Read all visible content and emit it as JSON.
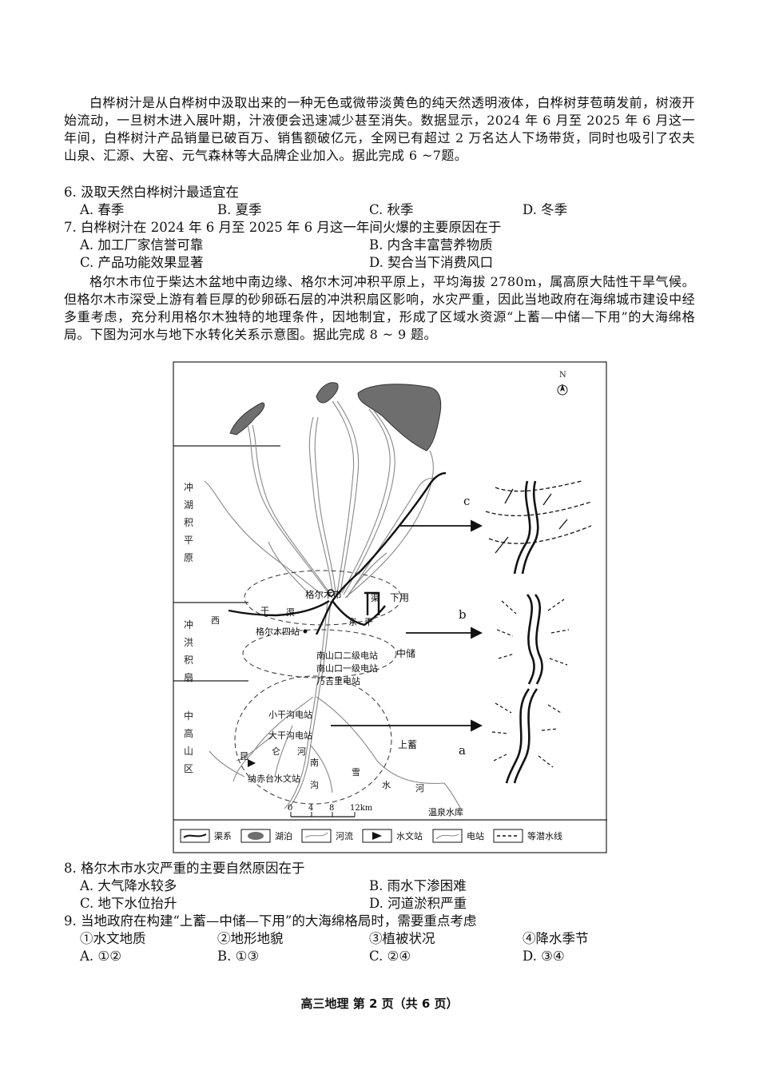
{
  "passage1": "白桦树汁是从白桦树中汲取出来的一种无色或微带淡黄色的纯天然透明液体，白桦树芽苞萌发前，树液开始流动，一旦树木进入展叶期，汁液便会迅速减少甚至消失。数据显示，2024 年 6 月至 2025 年 6 月这一年间，白桦树汁产品销量已破百万、销售额破亿元，全网已有超过 2 万名达人下场带货，同时也吸引了农夫山泉、汇源、大窑、元气森林等大品牌企业加入。据此完成 6 ~7题。",
  "q6": {
    "stem": "6. 汲取天然白桦树汁最适宜在",
    "options": [
      "A. 春季",
      "B. 夏季",
      "C. 秋季",
      "D. 冬季"
    ]
  },
  "q7": {
    "stem": "7. 白桦树汁在 2024 年 6 月至 2025 年 6 月这一年间火爆的主要原因在于",
    "options": [
      "A. 加工厂家信誉可靠",
      "B. 内含丰富营养物质",
      "C. 产品功能效果显著",
      "D. 契合当下消费风口"
    ]
  },
  "passage2": "格尔木市位于柴达木盆地中南边缘、格尔木河冲积平原上，平均海拔 2780m，属高原大陆性干旱气候。但格尔木市深受上游有着巨厚的砂卵砾石层的冲洪积扇区影响，水灾严重，因此当地政府在海绵城市建设中经多重考虑，充分利用格尔木独特的地理条件，因地制宜，形成了区域水资源“上蓄—中储—下用”的大海绵格局。下图为河水与地下水转化关系示意图。据此完成 8 ~ 9 题。",
  "figure": {
    "north": "N",
    "zones": [
      "冲湖积平原",
      "冲洪积扇",
      "中高山区"
    ],
    "city": "格尔木市",
    "canal_labels": [
      "西",
      "干",
      "渠",
      "东",
      "干",
      "渠"
    ],
    "stations": [
      "格尔木四站",
      "南山口二级电站",
      "南山口一级电站",
      "乃吉里电站",
      "小干沟电站",
      "大干沟电站",
      "纳赤台水文站"
    ],
    "river_chars": [
      "昆",
      "仑",
      "河",
      "南",
      "沟",
      "雪",
      "水",
      "河"
    ],
    "reservoir": "温泉水库",
    "uses": [
      "下用",
      "中储",
      "上蓄"
    ],
    "panels": [
      "c",
      "b",
      "a"
    ],
    "scale": [
      "0",
      "4",
      "8",
      "12km"
    ],
    "legend": [
      "渠系",
      "湖泊",
      "河流",
      "水文站",
      "电站",
      "等潜水线"
    ]
  },
  "q8": {
    "stem": "8. 格尔木市水灾严重的主要自然原因在于",
    "options": [
      "A. 大气降水较多",
      "B. 雨水下渗困难",
      "C. 地下水位抬升",
      "D. 河道淤积严重"
    ]
  },
  "q9": {
    "stem": "9. 当地政府在构建“上蓄—中储—下用”的大海绵格局时，需要重点考虑",
    "items": [
      "①水文地质",
      "②地形地貌",
      "③植被状况",
      "④降水季节"
    ],
    "options": [
      "A. ①②",
      "B. ①③",
      "C. ②④",
      "D. ③④"
    ]
  },
  "footer": "高三地理 第 2 页（共 6 页）"
}
